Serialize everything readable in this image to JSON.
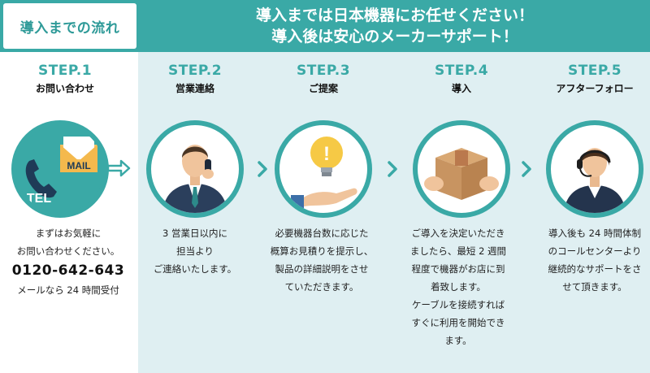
{
  "banner": {
    "label": "導入までの流れ",
    "line1": "導入までは日本機器にお任せください！",
    "line2": "導入後は安心のメーカーサポート！"
  },
  "steps": [
    {
      "number": "STEP.1",
      "title": "お問い合わせ",
      "icon_text_tel": "TEL",
      "icon_text_mail": "MAIL",
      "desc": [
        "まずはお気軽に",
        "お問い合わせください。"
      ],
      "phone": "0120-642-643",
      "note": "メールなら 24 時間受付"
    },
    {
      "number": "STEP.2",
      "title": "営業連絡",
      "desc": [
        "3 営業日以内に",
        "担当より",
        "ご連絡いたします。"
      ]
    },
    {
      "number": "STEP.3",
      "title": "ご提案",
      "desc": [
        "必要機器台数に応じた",
        "概算お見積りを提示し、",
        "製品の詳細説明をさせ",
        "ていただきます。"
      ]
    },
    {
      "number": "STEP.4",
      "title": "導入",
      "desc": [
        "ご導入を決定いただき",
        "ましたら、最短 2 週間",
        "程度で機器がお店に到",
        "着致します。",
        "ケーブルを接続すれば",
        "すぐに利用を開始でき",
        "ます。"
      ]
    },
    {
      "number": "STEP.5",
      "title": "アフターフォロー",
      "desc": [
        "導入後も 24 時間体制",
        "のコールセンターより",
        "継続的なサポートをさ",
        "せて頂きます。"
      ]
    }
  ],
  "colors": {
    "accent": "#3aa9a6",
    "pane": "#dfeff2",
    "white": "#ffffff"
  },
  "icons": [
    "tel-mail-icon",
    "arrow-right-icon",
    "chevron-right-icon",
    "businessman-phone-icon",
    "lightbulb-hand-icon",
    "cardboard-box-icon",
    "operator-headset-icon"
  ]
}
